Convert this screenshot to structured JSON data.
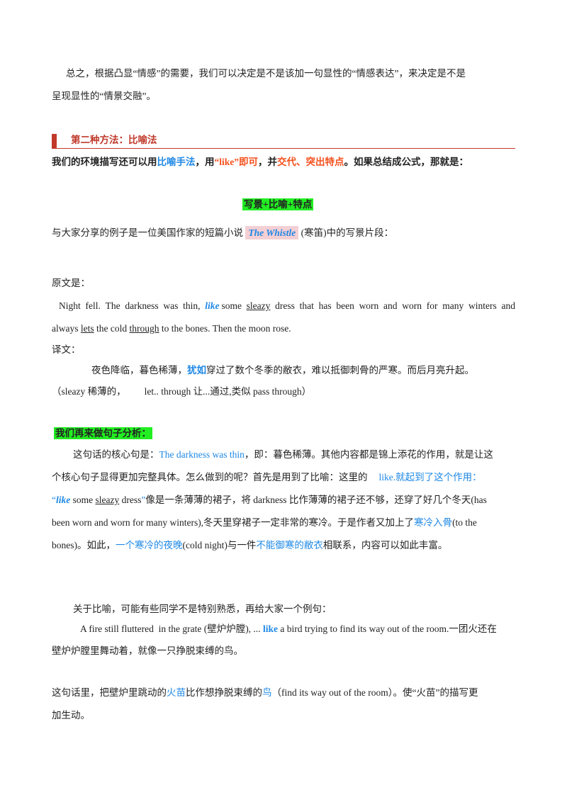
{
  "p1": {
    "l1": "总之，根据凸显“情感”的需要，我们可以决定是不是该加一句显性的“情感表达”，来决定是不是",
    "l2": "呈现显性的“情景交融”。"
  },
  "section": {
    "title": "第二种方法：比喻法"
  },
  "p2": {
    "a": "我们的环境描写还可以用",
    "b": "比喻手法",
    "c": "，用",
    "d": "“like”即可",
    "e": "，并",
    "f": "交代、突出特点",
    "g": "。如果总结成公式，那就是："
  },
  "formula": "写景+比喻+特点",
  "p3": {
    "a": "与大家分享的例子是一位美国作家的短篇小说",
    "title": "The Whistle",
    "b": "(寒笛)中的写景片段："
  },
  "original": {
    "label": "原文是：",
    "l1": {
      "w1": "Night",
      "w2": "fell.",
      "w3": "The",
      "w4": "darkness",
      "w5": "was",
      "w6": "thin,",
      "like": "like",
      "w7": "some",
      "sleazy": "sleazy",
      "w8": "dress",
      "w9": "that",
      "w10": "has",
      "w11": "been",
      "w12": "worn",
      "w13": "and",
      "w14": "worn",
      "w15": "for",
      "w16": "many",
      "w17": "winters",
      "w18": "and"
    },
    "l2": {
      "a": "always ",
      "lets": "lets",
      "b": " the cold ",
      "through": "through",
      "c": " to the bones. Then the moon rose."
    }
  },
  "translation": {
    "label": "译文：",
    "a": "夜色降临，暮色稀薄，",
    "b": "犹如",
    "c": "穿过了数个冬季的敝衣，难以抵御刺骨的严寒。而后月亮升起。"
  },
  "gloss": {
    "a": "（sleazy 稀薄的，",
    "b": "let.. through 让...通过,类似 pass through）"
  },
  "analysis": {
    "heading": "我们再来做句子分析：",
    "l1": {
      "a": "这句话的核心句是：",
      "b": "The darkness was thin",
      "c": "，即：暮色稀薄。其他内容都是锦上添花的作用，就是让这"
    },
    "l2": {
      "a": "个核心句子显得更加完整具体。怎么做到的呢？首先是用到了比喻：这里的",
      "b": "like.就起到了这个作用："
    },
    "l3": {
      "a": "“",
      "like": "like",
      "b": " some ",
      "sleazy": "sleazy",
      "c": " dress",
      "d": "”",
      "e": "像是一条薄薄的裙子，将 darkness 比作薄薄的裙子还不够，还穿了好几个冬天(has"
    },
    "l4": {
      "a": "been worn and worn for many winters),冬天里穿裙子一定非常的寒冷。于是作者又加上了",
      "b": "寒冷入骨",
      "c": "(to the"
    },
    "l5": {
      "a": "bones)。如此，",
      "b": "一个寒冷的夜晚",
      "c": "(cold night)与一件",
      "d": "不能御寒的敝衣",
      "e": "相联系，内容可以如此丰富。"
    }
  },
  "example2": {
    "intro": "关于比喻，可能有些同学不是特别熟悉，再给大家一个例句：",
    "l1": {
      "a": "A fire still fluttered  in the grate (壁炉炉膛), ... ",
      "like": "like",
      "b": " a bird trying to find its way out of the room.一团火还在"
    },
    "l2": "壁炉炉膛里舞动着，就像一只挣脱束缚的鸟。"
  },
  "conclusion": {
    "l1": {
      "a": "这句话里，把壁炉里跳动的",
      "b": "火苗",
      "c": "比作想挣脱束缚的",
      "d": "鸟",
      "e": "（find its way out of the room）。使“火苗”的描写更"
    },
    "l2": "加生动。"
  },
  "colors": {
    "accent_blue": "#1e88e5",
    "accent_orange": "#f4511e",
    "section_red": "#c0392b",
    "highlight_green": "#22ee22",
    "highlight_pink": "#f4cfd4"
  }
}
